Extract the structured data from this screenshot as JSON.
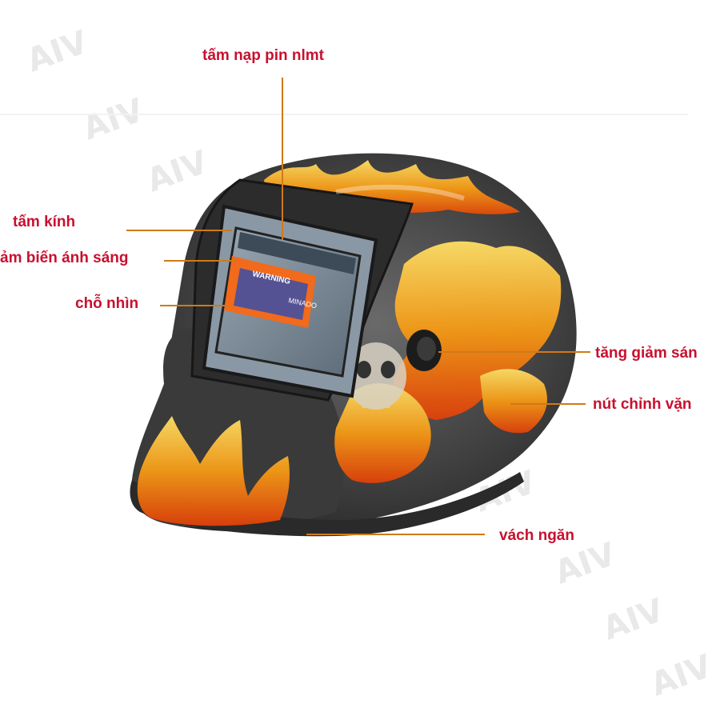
{
  "colors": {
    "label_text": "#c8102e",
    "leader_line": "#d07a18",
    "helmet_shell": "#4a4a4a",
    "flame": "#f39a12",
    "lens_glass": "#7c8c9a",
    "warning_sticker": "#f26a1b"
  },
  "product": {
    "name": "auto-darkening welding helmet with flame-skull graphic",
    "sticker_text": "WARNING",
    "brand_text": "MINADO"
  },
  "callouts": [
    {
      "id": "battery-panel",
      "label": "tấm nạp pin nlmt"
    },
    {
      "id": "cover-glass",
      "label": "tấm kính"
    },
    {
      "id": "light-sensor",
      "label": "ảm biến ánh sáng"
    },
    {
      "id": "viewing-window",
      "label": "chỗ nhìn"
    },
    {
      "id": "brightness-knob",
      "label": "tăng giảm sán"
    },
    {
      "id": "adjust-knob",
      "label": "nút chỉnh vặn"
    },
    {
      "id": "partition",
      "label": "vách ngăn"
    }
  ],
  "watermark": {
    "text": "AIV",
    "icon": "watermark-logo-icon"
  }
}
